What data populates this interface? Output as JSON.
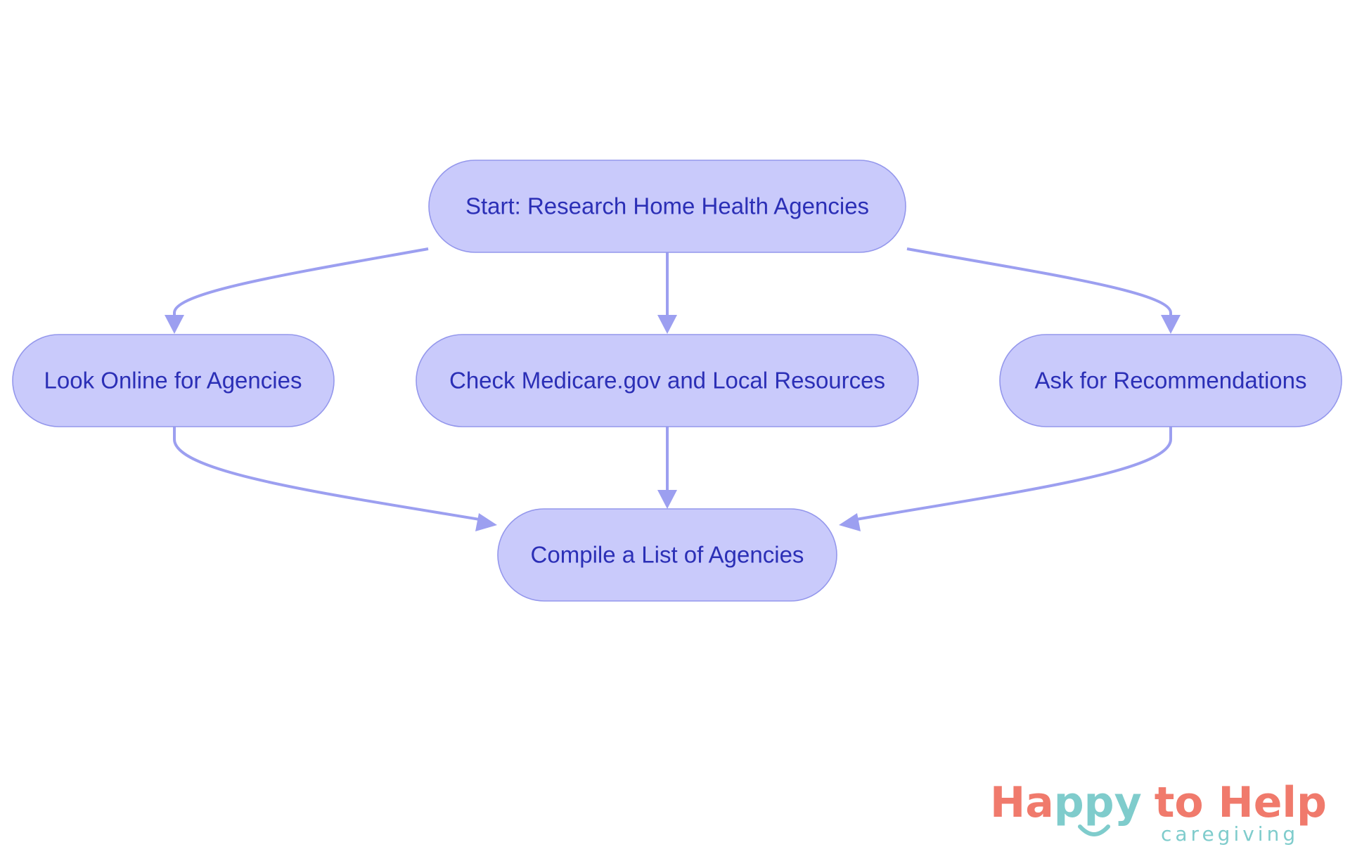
{
  "diagram": {
    "nodes": {
      "start": "Start: Research Home Health Agencies",
      "online": "Look Online for Agencies",
      "medicare": "Check Medicare.gov and Local Resources",
      "recommend": "Ask for Recommendations",
      "compile": "Compile a List of Agencies"
    },
    "edges": [
      {
        "from": "start",
        "to": "online"
      },
      {
        "from": "start",
        "to": "medicare"
      },
      {
        "from": "start",
        "to": "recommend"
      },
      {
        "from": "online",
        "to": "compile"
      },
      {
        "from": "medicare",
        "to": "compile"
      },
      {
        "from": "recommend",
        "to": "compile"
      }
    ],
    "colors": {
      "node_fill": "#c9cafb",
      "node_border": "#9497ec",
      "edge": "#9c9ff0",
      "text": "#2b2fb6"
    }
  },
  "logo": {
    "word_happy_prefix": "Ha",
    "word_happy_middle": "ppy",
    "word_to_help": "to Help",
    "tagline": "caregiving",
    "colors": {
      "coral": "#f07a6c",
      "teal": "#7fcccc"
    }
  }
}
